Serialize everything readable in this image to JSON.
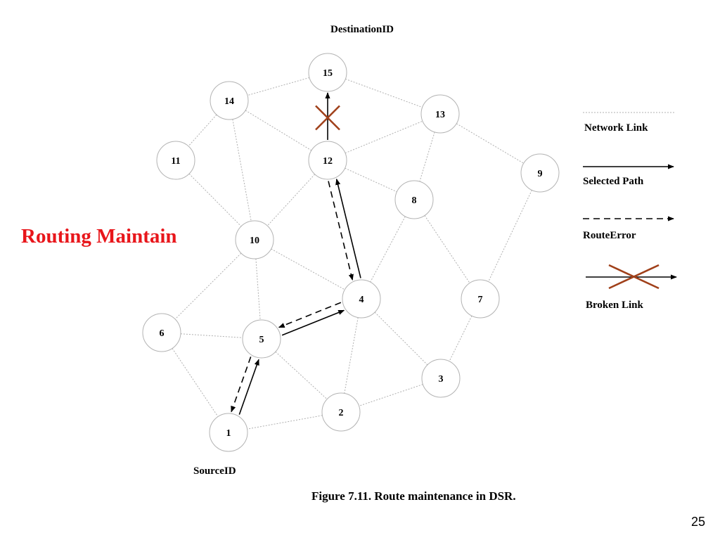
{
  "slide": {
    "title": "Routing Maintain",
    "caption": "Figure 7.11. Route maintenance in DSR.",
    "page_number": "25"
  },
  "diagram": {
    "destination_label": "DestinationID",
    "source_label": "SourceID",
    "nodes": [
      "1",
      "2",
      "3",
      "4",
      "5",
      "6",
      "7",
      "8",
      "9",
      "10",
      "11",
      "12",
      "13",
      "14",
      "15"
    ],
    "network_links": [
      [
        "15",
        "14"
      ],
      [
        "15",
        "13"
      ],
      [
        "14",
        "11"
      ],
      [
        "14",
        "10"
      ],
      [
        "14",
        "12"
      ],
      [
        "11",
        "10"
      ],
      [
        "12",
        "10"
      ],
      [
        "12",
        "13"
      ],
      [
        "12",
        "8"
      ],
      [
        "13",
        "8"
      ],
      [
        "13",
        "9"
      ],
      [
        "9",
        "7"
      ],
      [
        "8",
        "4"
      ],
      [
        "8",
        "7"
      ],
      [
        "10",
        "6"
      ],
      [
        "10",
        "5"
      ],
      [
        "10",
        "4"
      ],
      [
        "6",
        "5"
      ],
      [
        "6",
        "1"
      ],
      [
        "5",
        "2"
      ],
      [
        "4",
        "2"
      ],
      [
        "4",
        "3"
      ],
      [
        "7",
        "3"
      ],
      [
        "3",
        "2"
      ],
      [
        "2",
        "1"
      ]
    ],
    "selected_path": [
      [
        "1",
        "5"
      ],
      [
        "5",
        "4"
      ],
      [
        "4",
        "12"
      ],
      [
        "12",
        "15"
      ]
    ],
    "route_error": [
      [
        "12",
        "4"
      ],
      [
        "4",
        "5"
      ],
      [
        "5",
        "1"
      ]
    ],
    "broken_link": [
      "12",
      "15"
    ],
    "colors": {
      "title": "#e8161b",
      "broken_mark": "#a0401a",
      "network_link": "#b0b0b0",
      "node_border": "#b3b3b3"
    }
  },
  "legend": {
    "network_link": "Network Link",
    "selected_path": "Selected Path",
    "route_error": "RouteError",
    "broken_link": "Broken Link"
  }
}
